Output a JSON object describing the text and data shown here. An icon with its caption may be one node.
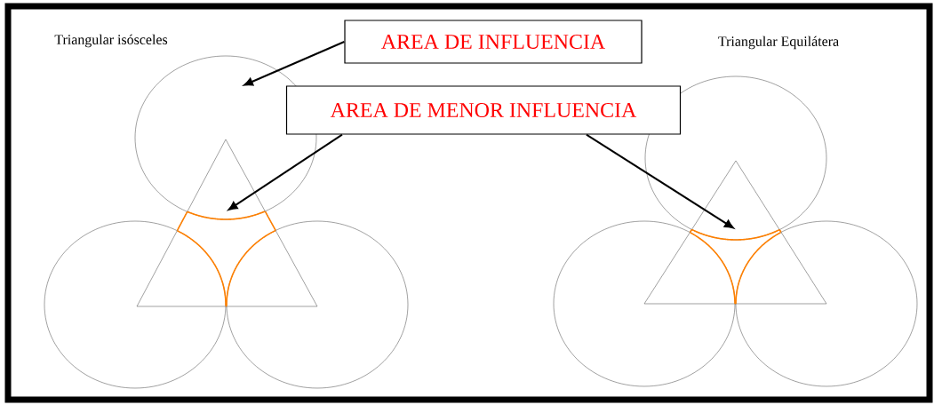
{
  "diagram": {
    "nodes": [
      {
        "text": [
          "AREA DE INFLUENCIA"
        ]
      },
      {
        "text": [
          "AREA DE MENOR INFLUENCIA"
        ]
      },
      {
        "text": [],
        "shape": "curve"
      },
      {
        "text": [],
        "shape": "curve"
      }
    ],
    "edges": [
      {
        "from": 0,
        "to": null,
        "arrow": "to"
      },
      {
        "from": 1,
        "to": 2,
        "arrow": "to"
      },
      {
        "from": 1,
        "to": 3,
        "arrow": "to"
      }
    ],
    "labels": [
      "Triangular isósceles",
      "Triangular Equilátera"
    ]
  }
}
